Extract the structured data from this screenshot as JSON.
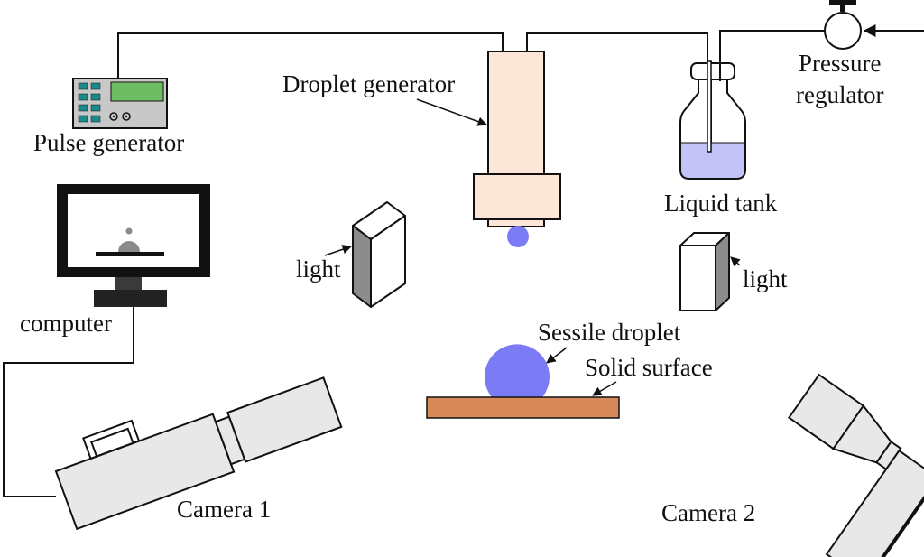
{
  "labels": {
    "pulse_generator": "Pulse generator",
    "droplet_generator": "Droplet generator",
    "pressure_line1": "Pressure",
    "pressure_line2": "regulator",
    "liquid_tank": "Liquid tank",
    "computer": "computer",
    "light_left": "light",
    "light_right": "light",
    "sessile_droplet": "Sessile droplet",
    "solid_surface": "Solid surface",
    "camera1": "Camera 1",
    "camera2": "Camera 2"
  },
  "colors": {
    "line": "#111111",
    "droplet": "#7b7bf5",
    "liquid": "#c3c3f7",
    "generator_body": "#fbe6d8",
    "solid_surface": "#d8895a",
    "screen_green": "#6ebd64",
    "button_teal": "#1a8a8a",
    "device_gray": "#c8c8c8",
    "camera_fill": "#e8e8e8",
    "light_dark_face": "#8c8c8c"
  },
  "icons": {
    "pulse_generator": "pulse-generator-device-icon",
    "computer": "computer-monitor-icon",
    "camera": "camera-icon",
    "light": "light-source-icon",
    "pressure_regulator": "pressure-gauge-icon",
    "liquid_tank": "bottle-icon"
  }
}
